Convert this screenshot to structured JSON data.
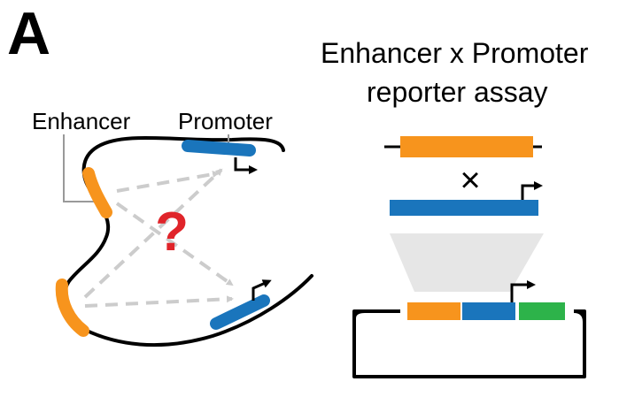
{
  "panel_label": "A",
  "left_diagram": {
    "enhancer_label": "Enhancer",
    "promoter_label": "Promoter",
    "question_mark": "?",
    "question_color": "#e0242a"
  },
  "right_diagram": {
    "title_line1": "Enhancer x Promoter",
    "title_line2": "reporter assay",
    "cross_symbol": "×"
  },
  "colors": {
    "enhancer": "#f7941d",
    "promoter": "#1a75bc",
    "reporter": "#2db34a",
    "dashed_arrow": "#cccccc",
    "funnel": "#e6e6e6",
    "dna": "#000000"
  }
}
